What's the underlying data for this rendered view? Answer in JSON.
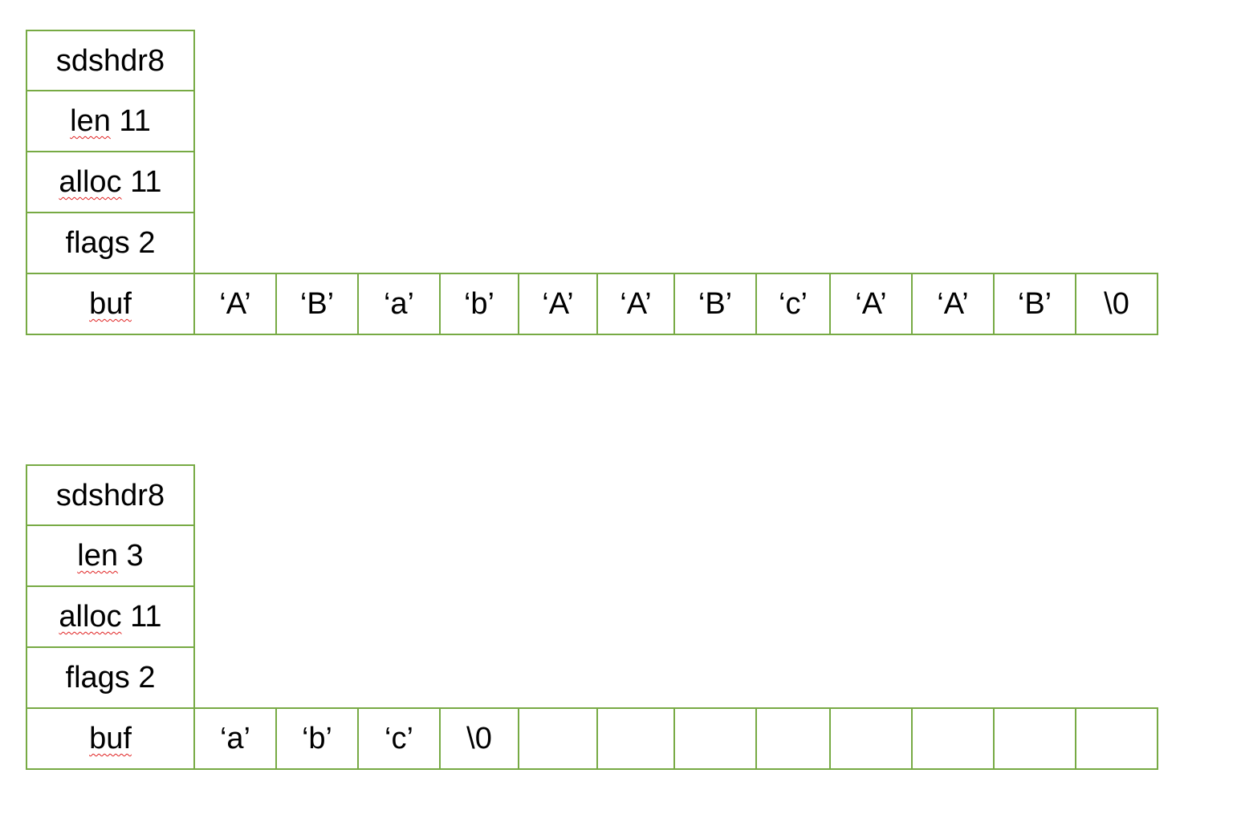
{
  "diagrams": [
    {
      "header_rows": [
        {
          "label": "sdshdr8",
          "underline_word": "",
          "rest": ""
        },
        {
          "label": "",
          "underline_word": "len",
          "rest": " 11"
        },
        {
          "label": "",
          "underline_word": "alloc",
          "rest": " 11"
        },
        {
          "label": "flags 2",
          "underline_word": "",
          "rest": ""
        }
      ],
      "buf_label": "buf",
      "buf_cells": [
        "‘A’",
        "‘B’",
        "‘a’",
        "‘b’",
        "‘A’",
        "‘A’",
        "‘B’",
        "‘c’",
        "‘A’",
        "‘A’",
        "‘B’",
        "\\0"
      ]
    },
    {
      "header_rows": [
        {
          "label": "sdshdr8",
          "underline_word": "",
          "rest": ""
        },
        {
          "label": "",
          "underline_word": "len",
          "rest": " 3"
        },
        {
          "label": "",
          "underline_word": "alloc",
          "rest": " 11"
        },
        {
          "label": "flags 2",
          "underline_word": "",
          "rest": ""
        }
      ],
      "buf_label": "buf",
      "buf_cells": [
        "‘a’",
        "‘b’",
        "‘c’",
        "\\0",
        "",
        "",
        "",
        "",
        "",
        "",
        "",
        ""
      ]
    }
  ],
  "colors": {
    "border": "#77aa44",
    "spellcheck_underline": "#e02020"
  }
}
